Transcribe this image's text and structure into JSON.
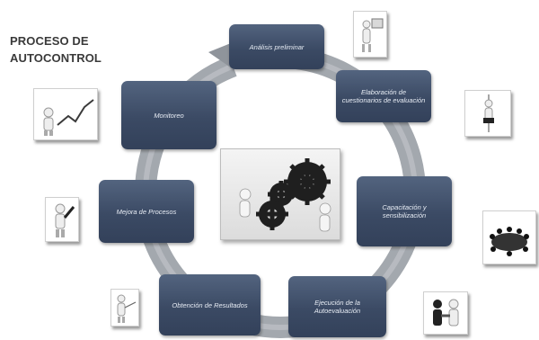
{
  "title": {
    "line1": "PROCESO DE",
    "line2": "AUTOCONTROL"
  },
  "steps": [
    {
      "label": "Análisis preliminar"
    },
    {
      "label": "Elaboración de cuestionarios de evaluación"
    },
    {
      "label": "Capacitación y sensibilización"
    },
    {
      "label": "Ejecución de la Autoevaluación"
    },
    {
      "label": "Obtención de Resultados"
    },
    {
      "label": "Mejora de Procesos"
    },
    {
      "label": "Monitoreo"
    }
  ],
  "icons": {
    "center": "gears-figures-icon",
    "thumbs": [
      "presenter-figure-icon",
      "climbing-figure-icon",
      "team-circle-icon",
      "handshake-icon",
      "pointer-figure-icon",
      "wrench-figure-icon",
      "growth-chart-icon"
    ]
  },
  "colors": {
    "box": "#3b4a64",
    "ring": "#9ea3aa",
    "title": "#3a3a3a"
  }
}
